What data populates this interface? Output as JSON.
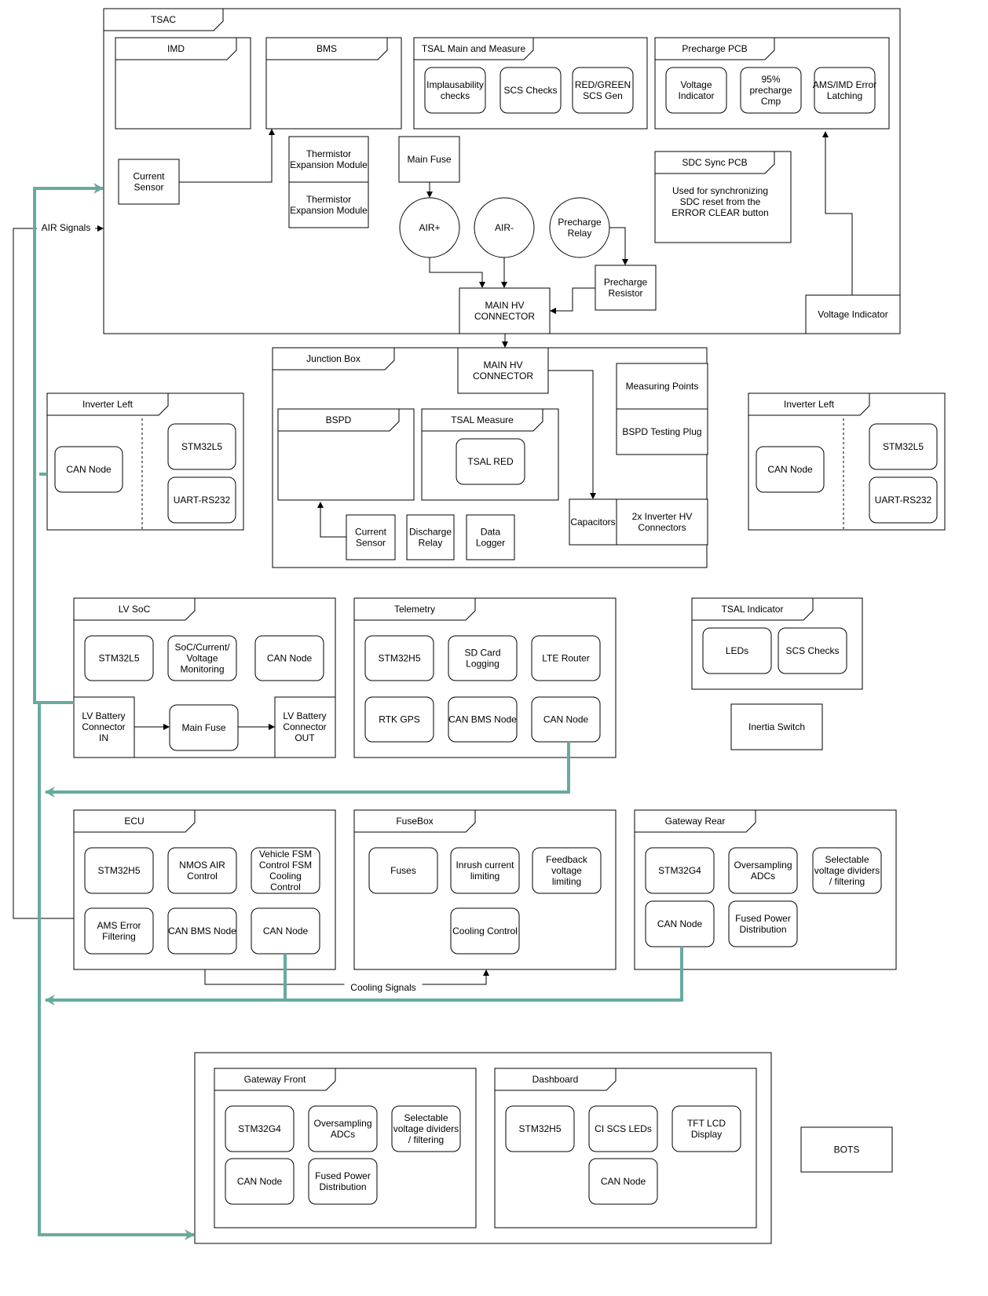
{
  "colors": {
    "bus": "#67ab9f",
    "line": "#000000",
    "fill": "#ffffff"
  },
  "tsac": {
    "title": "TSAC",
    "imd": "IMD",
    "bms": "BMS",
    "tsal_main": {
      "title": "TSAL Main and Measure",
      "items": [
        "Implausability checks",
        "SCS Checks",
        "RED/GREEN SCS Gen"
      ]
    },
    "precharge_pcb": {
      "title": "Precharge PCB",
      "items": [
        "Voltage Indicator",
        "95% precharge Cmp",
        "AMS/IMD Error Latching"
      ]
    },
    "sdc_sync": {
      "title": "SDC Sync PCB",
      "text": [
        "Used for synchronizing",
        "SDC reset from the",
        "ERROR CLEAR button"
      ]
    },
    "current_sensor": "Current Sensor",
    "thermistor_1": "Thermistor Expansion Module",
    "thermistor_2": "Thermistor Expansion Module",
    "main_fuse": "Main Fuse",
    "air_plus": "AIR+",
    "air_minus": "AIR-",
    "precharge_relay": "Precharge Relay",
    "precharge_resistor": "Precharge Resistor",
    "main_hv_connector": "MAIN HV CONNECTOR",
    "voltage_indicator": "Voltage Indicator"
  },
  "air_signals_label": "AIR Signals",
  "junction_box": {
    "title": "Junction Box",
    "main_hv_connector": "MAIN HV CONNECTOR",
    "bspd": "BSPD",
    "tsal_measure": {
      "title": "TSAL Measure",
      "item": "TSAL RED"
    },
    "measuring_points": "Measuring Points",
    "bspd_testing_plug": "BSPD Testing Plug",
    "capacitors": "Capacitors",
    "inverter_hv_connectors": "2x Inverter HV Connectors",
    "current_sensor": "Current Sensor",
    "discharge_relay": "Discharge Relay",
    "data_logger": "Data Logger"
  },
  "inverter_left_a": {
    "title": "Inverter Left",
    "can": "CAN Node",
    "mcu": "STM32L5",
    "uart": "UART-RS232"
  },
  "inverter_left_b": {
    "title": "Inverter Left",
    "can": "CAN Node",
    "mcu": "STM32L5",
    "uart": "UART-RS232"
  },
  "lv_soc": {
    "title": "LV SoC",
    "items": [
      "STM32L5",
      "SoC/Current/ Voltage Monitoring",
      "CAN Node"
    ],
    "conn_in": [
      "LV Battery",
      "Connector",
      "IN"
    ],
    "main_fuse": "Main Fuse",
    "conn_out": [
      "LV Battery",
      "Connector",
      "OUT"
    ]
  },
  "telemetry": {
    "title": "Telemetry",
    "items": [
      "STM32H5",
      "SD Card Logging",
      "LTE Router",
      "RTK GPS",
      "CAN BMS Node",
      "CAN Node"
    ]
  },
  "tsal_indicator": {
    "title": "TSAL Indicator",
    "items": [
      "LEDs",
      "SCS Checks"
    ]
  },
  "inertia_switch": "Inertia Switch",
  "ecu": {
    "title": "ECU",
    "items": [
      "STM32H5",
      "NMOS AIR Control",
      "Vehicle FSM Control FSM Cooling Control",
      "AMS Error Filtering",
      "CAN BMS Node",
      "CAN Node"
    ]
  },
  "fusebox": {
    "title": "FuseBox",
    "items": [
      "Fuses",
      "Inrush current limiting",
      "Feedback voltage limiting",
      "Cooling Control"
    ]
  },
  "gateway_rear": {
    "title": "Gateway Rear",
    "items": [
      "STM32G4",
      "Oversampling ADCs",
      "Selectable voltage dividers / filtering",
      "CAN Node",
      "Fused Power Distribution"
    ]
  },
  "cooling_signals_label": "Cooling Signals",
  "gateway_front": {
    "title": "Gateway Front",
    "items": [
      "STM32G4",
      "Oversampling ADCs",
      "Selectable voltage dividers / filtering",
      "CAN Node",
      "Fused Power Distribution"
    ]
  },
  "dashboard": {
    "title": "Dashboard",
    "items": [
      "STM32H5",
      "CI SCS LEDs",
      "TFT LCD Display",
      "CAN Node"
    ]
  },
  "bots": "BOTS"
}
